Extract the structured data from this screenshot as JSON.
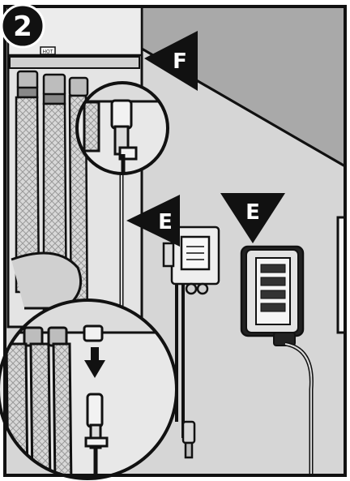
{
  "step": {
    "number": "2"
  },
  "callouts": [
    {
      "letter": "F",
      "points_to": "wall"
    },
    {
      "letter": "E",
      "points_to": "wall-mounted-module"
    },
    {
      "letter": "E",
      "points_to": "remote-controller"
    }
  ],
  "unit": {
    "tag": "HOT"
  },
  "colors": {
    "outline": "#111111",
    "wall": "#d6d6d6",
    "ceiling": "#a8a8a8",
    "unit_body": "#e6e6e6",
    "hose": "#cfcfcf",
    "callout_fill": "#111111",
    "text_on_callout": "#ffffff"
  },
  "icons": [
    "down-arrow-icon"
  ]
}
